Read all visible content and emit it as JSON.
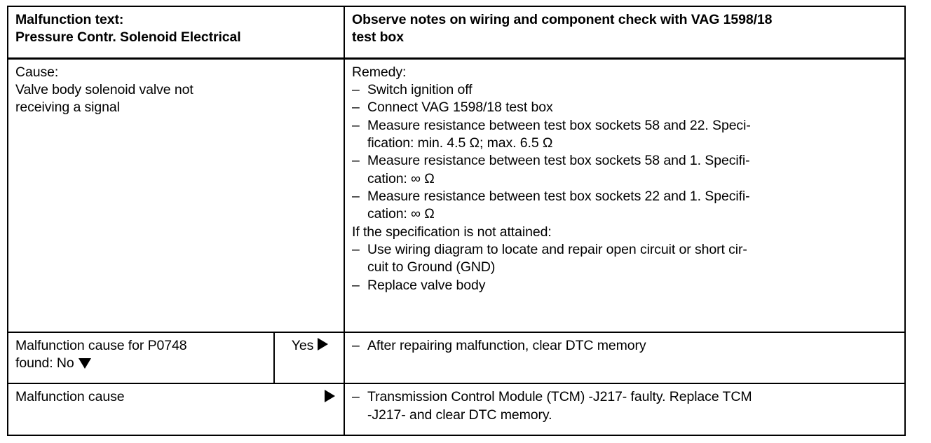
{
  "document": {
    "type": "diagnostic-fault-table",
    "dtc_code": "P0748"
  },
  "header": {
    "left": {
      "line1": "Malfunction text:",
      "line2": "Pressure Contr. Solenoid Electrical"
    },
    "right": {
      "line1": "Observe notes on wiring and component check with VAG 1598/18",
      "line2": "test box"
    }
  },
  "body_row": {
    "cause": {
      "title": "Cause:",
      "text_line1": "Valve body solenoid valve not",
      "text_line2": "receiving a signal"
    },
    "remedy": {
      "title": "Remedy:",
      "items": [
        {
          "bullet": "dash",
          "line1": "Switch ignition off",
          "line2": ""
        },
        {
          "bullet": "dash",
          "line1": "Connect VAG 1598/18 test box",
          "line2": ""
        },
        {
          "bullet": "dash",
          "line1": "Measure resistance between test box sockets 58 and 22.  Speci-",
          "line2": "fication: min. 4.5 Ω;  max. 6.5 Ω"
        },
        {
          "bullet": "dash",
          "line1": "Measure resistance between test box sockets 58 and 1.  Specifi-",
          "line2": "cation: ∞ Ω"
        },
        {
          "bullet": "dash",
          "line1": "Measure resistance between test box sockets 22 and 1.  Specifi-",
          "line2": "cation: ∞ Ω"
        },
        {
          "bullet": "none",
          "line1": "If the specification is not attained:",
          "line2": ""
        },
        {
          "bullet": "dash",
          "line1": "Use wiring diagram to locate and repair open circuit or short cir-",
          "line2": "cuit to Ground (GND)"
        },
        {
          "bullet": "dash",
          "line1": "Replace valve body",
          "line2": ""
        }
      ]
    }
  },
  "decision_row": {
    "question_line1": "Malfunction cause for P0748",
    "question_line2_prefix": "found: No",
    "no_arrow_icon": "triangle-down-icon",
    "yes_label": "Yes",
    "yes_arrow_icon": "triangle-right-icon",
    "action": "After repairing malfunction, clear DTC memory"
  },
  "final_row": {
    "label": "Malfunction cause",
    "arrow_icon": "triangle-right-icon",
    "action_line1": "Transmission Control Module (TCM) -J217- faulty.  Replace TCM",
    "action_line2": "-J217- and clear DTC memory."
  },
  "style": {
    "ink_color": "#000000",
    "paper_color": "#ffffff"
  }
}
